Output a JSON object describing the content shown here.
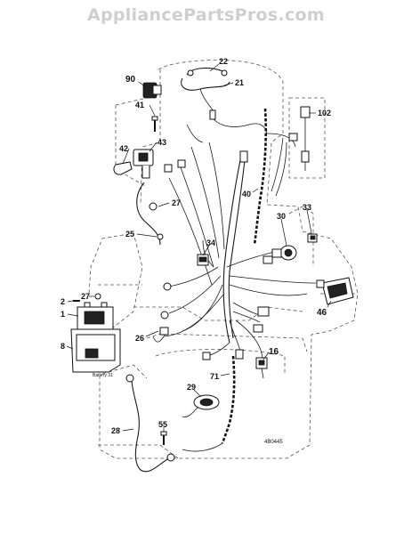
{
  "watermark": "AppliancePartsPros.com",
  "diagram_id": "4B0445",
  "battery_note": "Battery 31",
  "callouts": {
    "c90": "90",
    "c22": "22",
    "c21": "21",
    "c102": "102",
    "c41": "41",
    "c43": "43",
    "c42": "42",
    "c40": "40",
    "c27a": "27",
    "c33": "33",
    "c30": "30",
    "c25": "25",
    "c34": "34",
    "c2": "2",
    "c27b": "27",
    "c1": "1",
    "c8": "8",
    "c46": "46",
    "c26": "26",
    "c16": "16",
    "c71": "71",
    "c29": "29",
    "c28": "28",
    "c55": "55"
  }
}
